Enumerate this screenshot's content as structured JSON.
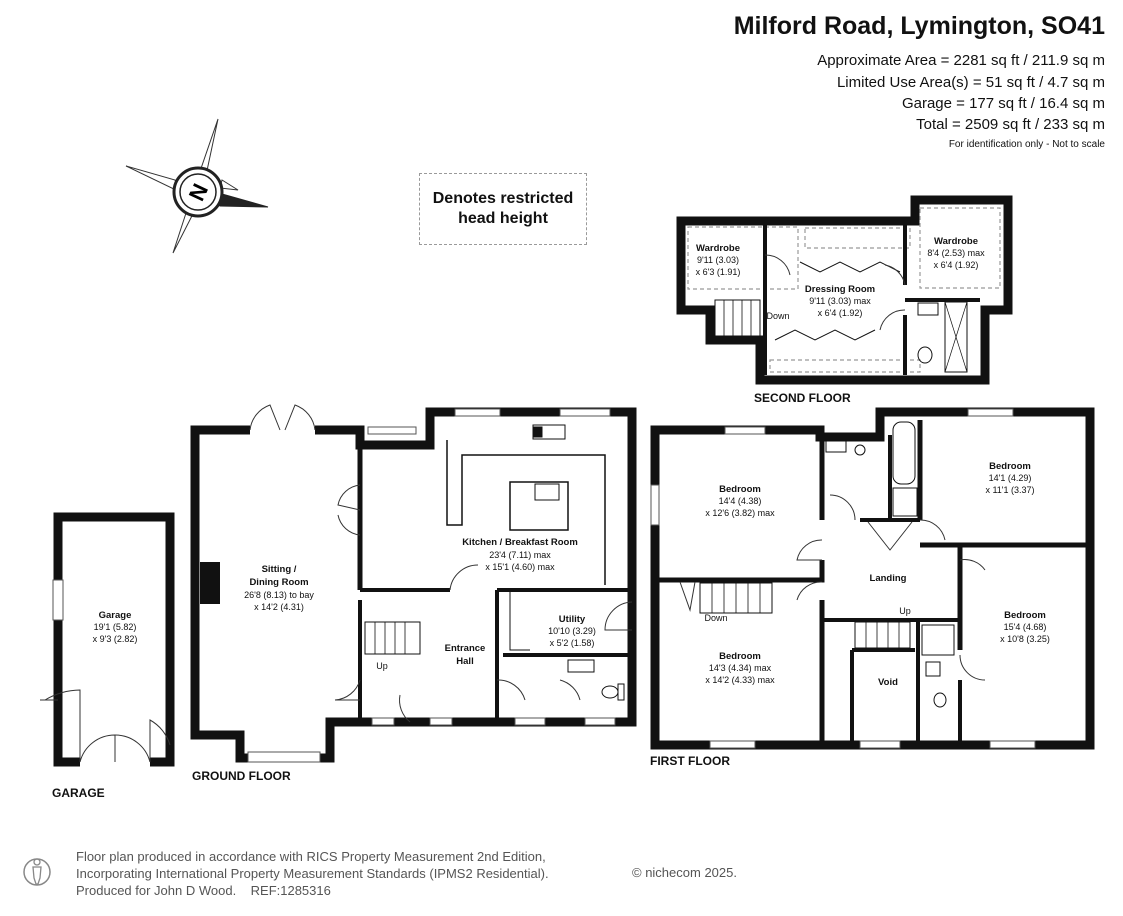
{
  "header": {
    "title": "Milford Road, Lymington, SO41",
    "areas": [
      "Approximate Area = 2281 sq ft / 211.9 sq m",
      "Limited Use Area(s) = 51 sq ft / 4.7 sq m",
      "Garage  = 177 sq ft / 16.4 sq m",
      "Total = 2509 sq ft / 233 sq m"
    ],
    "note": "For identification only - Not to scale"
  },
  "compass": {
    "letter": "N"
  },
  "legend": {
    "restricted_line1": "Denotes restricted",
    "restricted_line2": "head height"
  },
  "floors": {
    "garage": "GARAGE",
    "ground": "GROUND FLOOR",
    "first": "FIRST FLOOR",
    "second": "SECOND FLOOR"
  },
  "rooms": {
    "garage": {
      "name": "Garage",
      "dim1": "19'1 (5.82)",
      "dim2": "x 9'3 (2.82)"
    },
    "sitting_1": "Sitting /",
    "sitting_2": "Dining Room",
    "sitting_dim1": "26'8 (8.13) to bay",
    "sitting_dim2": "x 14'2 (4.31)",
    "kitchen": {
      "name": "Kitchen / Breakfast Room",
      "dim1": "23'4 (7.11) max",
      "dim2": "x 15'1 (4.60) max"
    },
    "entrance_1": "Entrance",
    "entrance_2": "Hall",
    "utility": {
      "name": "Utility",
      "dim1": "10'10 (3.29)",
      "dim2": "x 5'2 (1.58)"
    },
    "bed1": {
      "name": "Bedroom",
      "dim1": "14'4 (4.38)",
      "dim2": "x 12'6 (3.82) max"
    },
    "bed2": {
      "name": "Bedroom",
      "dim1": "14'1 (4.29)",
      "dim2": "x 11'1 (3.37)"
    },
    "bed3": {
      "name": "Bedroom",
      "dim1": "14'3 (4.34) max",
      "dim2": "x 14'2 (4.33) max"
    },
    "bed4": {
      "name": "Bedroom",
      "dim1": "15'4 (4.68)",
      "dim2": "x 10'8 (3.25)"
    },
    "landing": "Landing",
    "void": "Void",
    "wardrobe1": {
      "name": "Wardrobe",
      "dim1": "9'11 (3.03)",
      "dim2": "x 6'3 (1.91)"
    },
    "wardrobe2": {
      "name": "Wardrobe",
      "dim1": "8'4 (2.53) max",
      "dim2": "x 6'4 (1.92)"
    },
    "dressing": {
      "name": "Dressing Room",
      "dim1": "9'11 (3.03) max",
      "dim2": "x 6'4 (1.92)"
    },
    "up": "Up",
    "down": "Down"
  },
  "footer": {
    "line1": "Floor plan produced in accordance with RICS Property Measurement 2nd Edition,",
    "line2": "Incorporating International Property Measurement Standards (IPMS2 Residential).",
    "line3": "Produced for John D Wood.    REF:1285316",
    "brand": "© nichecom 2025."
  }
}
